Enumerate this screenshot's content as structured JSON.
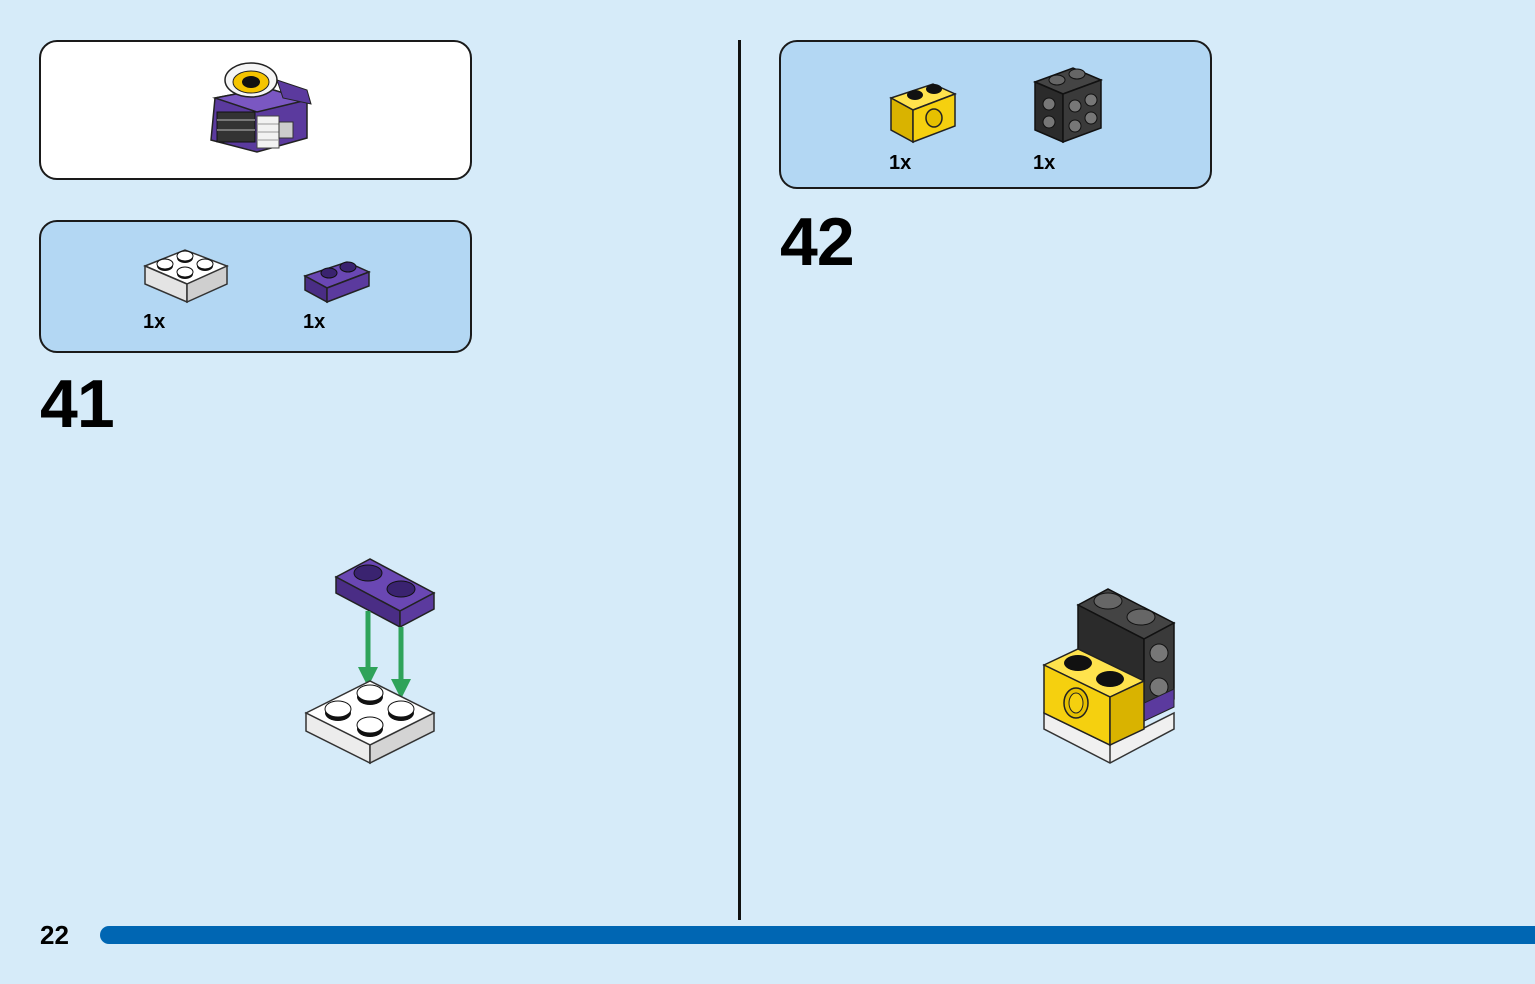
{
  "page": {
    "number": "22"
  },
  "step41": {
    "number": "41",
    "parts": [
      {
        "qty": "1x",
        "icon": "white-2x2-plate-icon",
        "color": "#ffffff"
      },
      {
        "qty": "1x",
        "icon": "purple-1x2-plate-icon",
        "color": "#5b3a9e"
      }
    ]
  },
  "step42": {
    "number": "42",
    "parts": [
      {
        "qty": "1x",
        "icon": "yellow-1x2-technic-brick-icon",
        "color": "#f5d00f"
      },
      {
        "qty": "1x",
        "icon": "black-side-stud-brick-icon",
        "color": "#2b2b2b"
      }
    ]
  },
  "colors": {
    "background": "#d6ebf9",
    "parts_box": "#b3d7f3",
    "accent_bar": "#0066b3",
    "arrow": "#2fa35a"
  }
}
